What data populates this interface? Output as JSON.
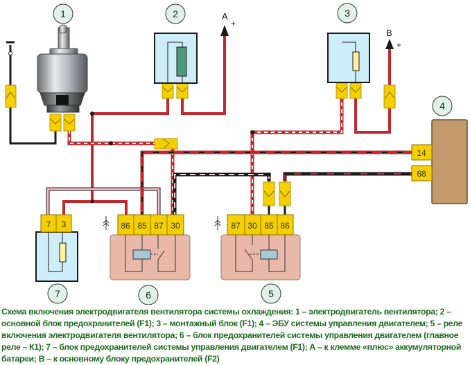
{
  "diagram": {
    "title": "Схема включения электродвигателя вентилятора системы охлаждения",
    "callouts": [
      {
        "id": "1",
        "component": "электродвигатель вентилятора"
      },
      {
        "id": "2",
        "component": "основной блок предохранителей (F1)"
      },
      {
        "id": "3",
        "component": "монтажный блок (F1)"
      },
      {
        "id": "4",
        "component": "ЭБУ системы управления двигателем"
      },
      {
        "id": "5",
        "component": "реле включения электродвигателя вентилятора"
      },
      {
        "id": "6",
        "component": "блок предохранителей системы управления двигателем (главное реле – К1)"
      },
      {
        "id": "7",
        "component": "блок предохранителей системы управления двигателем (F1)"
      }
    ],
    "terminals": {
      "A": {
        "label": "A",
        "polarity": "+"
      },
      "B": {
        "label": "B",
        "polarity": "+"
      }
    },
    "ecu_pins": [
      "14",
      "68"
    ],
    "relay6_pins": [
      "86",
      "85",
      "87",
      "30"
    ],
    "relay5_pins": [
      "87",
      "30",
      "85",
      "86"
    ],
    "block7_pins": [
      "7",
      "3"
    ],
    "colors": {
      "wire_red": "#c0282d",
      "wire_black": "#1a1a1a",
      "wire_pink": "#f2b8c6",
      "connector_yellow": "#f5d000",
      "fuse_block_blue": "#cdeef8",
      "relay_body": "#e9b8a8",
      "ecu_body": "#c39a6b",
      "callout_fill": "#e0f1ea",
      "caption_text": "#1e6b1e"
    }
  },
  "caption": "Схема включения электродвигателя вентилятора системы охлаждения: 1 – электродвигатель вентилятора; 2 – основной блок предохранителей (F1); 3 – монтажный блок (F1); 4 – ЭБУ системы управления двигателем; 5 – реле включения электродвигателя вентилятора; 6 – блок предохранителей системы управления двигателем (главное реле – К1); 7 – блок предохранителей системы управления двигателем (F1); А – к клемме «плюс» аккумуляторной батареи; В – к основному блоку предохранителей (F2)"
}
